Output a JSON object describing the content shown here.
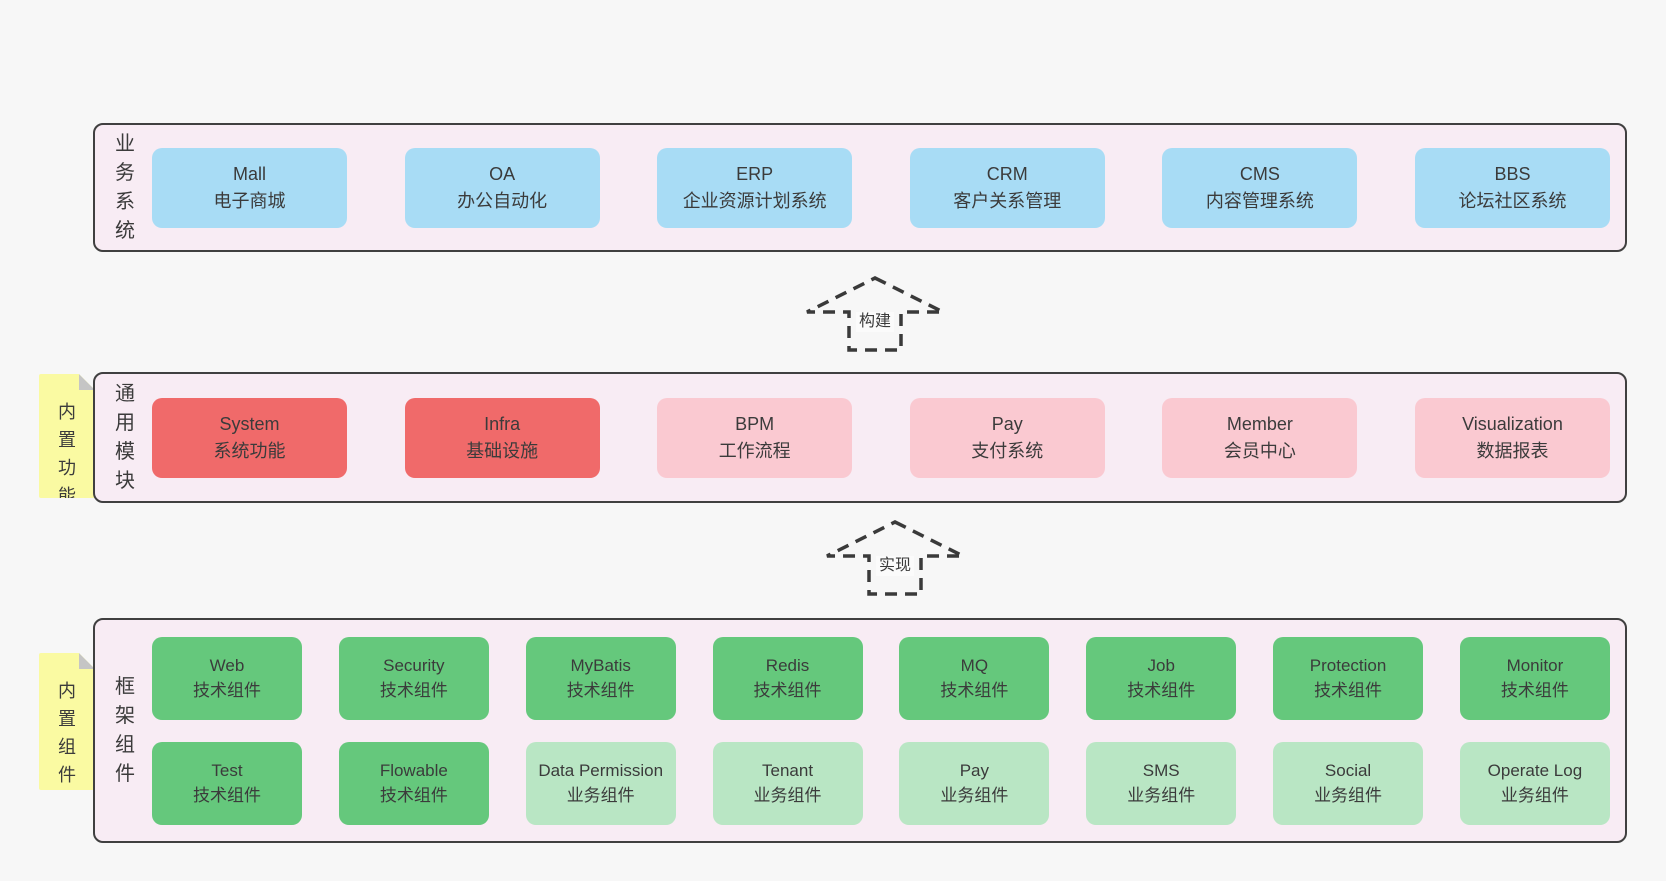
{
  "palette": {
    "page_bg": "#f7f7f7",
    "layer_bg": "#f8ecf4",
    "layer_border": "#404040",
    "blue_box": "#a8dcf5",
    "red_box": "#f06a6a",
    "pink_box": "#fac9d1",
    "green_box": "#65c87c",
    "light_green_box": "#b9e6c4",
    "note_yellow": "#fafaa2",
    "note_fold_gray": "#c5c5c5",
    "text": "#3b3b3b"
  },
  "layers": {
    "business": {
      "label": "业务系统",
      "boxes": [
        {
          "title": "Mall",
          "subtitle": "电子商城"
        },
        {
          "title": "OA",
          "subtitle": "办公自动化"
        },
        {
          "title": "ERP",
          "subtitle": "企业资源计划系统"
        },
        {
          "title": "CRM",
          "subtitle": "客户关系管理"
        },
        {
          "title": "CMS",
          "subtitle": "内容管理系统"
        },
        {
          "title": "BBS",
          "subtitle": "论坛社区系统"
        }
      ]
    },
    "modules": {
      "label": "通用模块",
      "note": "内置功能",
      "boxes": [
        {
          "title": "System",
          "subtitle": "系统功能",
          "emphasis": "red"
        },
        {
          "title": "Infra",
          "subtitle": "基础设施",
          "emphasis": "red"
        },
        {
          "title": "BPM",
          "subtitle": "工作流程",
          "emphasis": "pink"
        },
        {
          "title": "Pay",
          "subtitle": "支付系统",
          "emphasis": "pink"
        },
        {
          "title": "Member",
          "subtitle": "会员中心",
          "emphasis": "pink"
        },
        {
          "title": "Visualization",
          "subtitle": "数据报表",
          "emphasis": "pink"
        }
      ]
    },
    "framework": {
      "label": "框架组件",
      "note": "内置组件",
      "row1": [
        {
          "title": "Web",
          "subtitle": "技术组件"
        },
        {
          "title": "Security",
          "subtitle": "技术组件"
        },
        {
          "title": "MyBatis",
          "subtitle": "技术组件"
        },
        {
          "title": "Redis",
          "subtitle": "技术组件"
        },
        {
          "title": "MQ",
          "subtitle": "技术组件"
        },
        {
          "title": "Job",
          "subtitle": "技术组件"
        },
        {
          "title": "Protection",
          "subtitle": "技术组件"
        },
        {
          "title": "Monitor",
          "subtitle": "技术组件"
        }
      ],
      "row2": [
        {
          "title": "Test",
          "subtitle": "技术组件",
          "kind": "tech"
        },
        {
          "title": "Flowable",
          "subtitle": "技术组件",
          "kind": "tech"
        },
        {
          "title": "Data Permission",
          "subtitle": "业务组件",
          "kind": "biz"
        },
        {
          "title": "Tenant",
          "subtitle": "业务组件",
          "kind": "biz"
        },
        {
          "title": "Pay",
          "subtitle": "业务组件",
          "kind": "biz"
        },
        {
          "title": "SMS",
          "subtitle": "业务组件",
          "kind": "biz"
        },
        {
          "title": "Social",
          "subtitle": "业务组件",
          "kind": "biz"
        },
        {
          "title": "Operate Log",
          "subtitle": "业务组件",
          "kind": "biz"
        }
      ]
    }
  },
  "arrows": {
    "build": {
      "label": "构建"
    },
    "implement": {
      "label": "实现"
    }
  }
}
